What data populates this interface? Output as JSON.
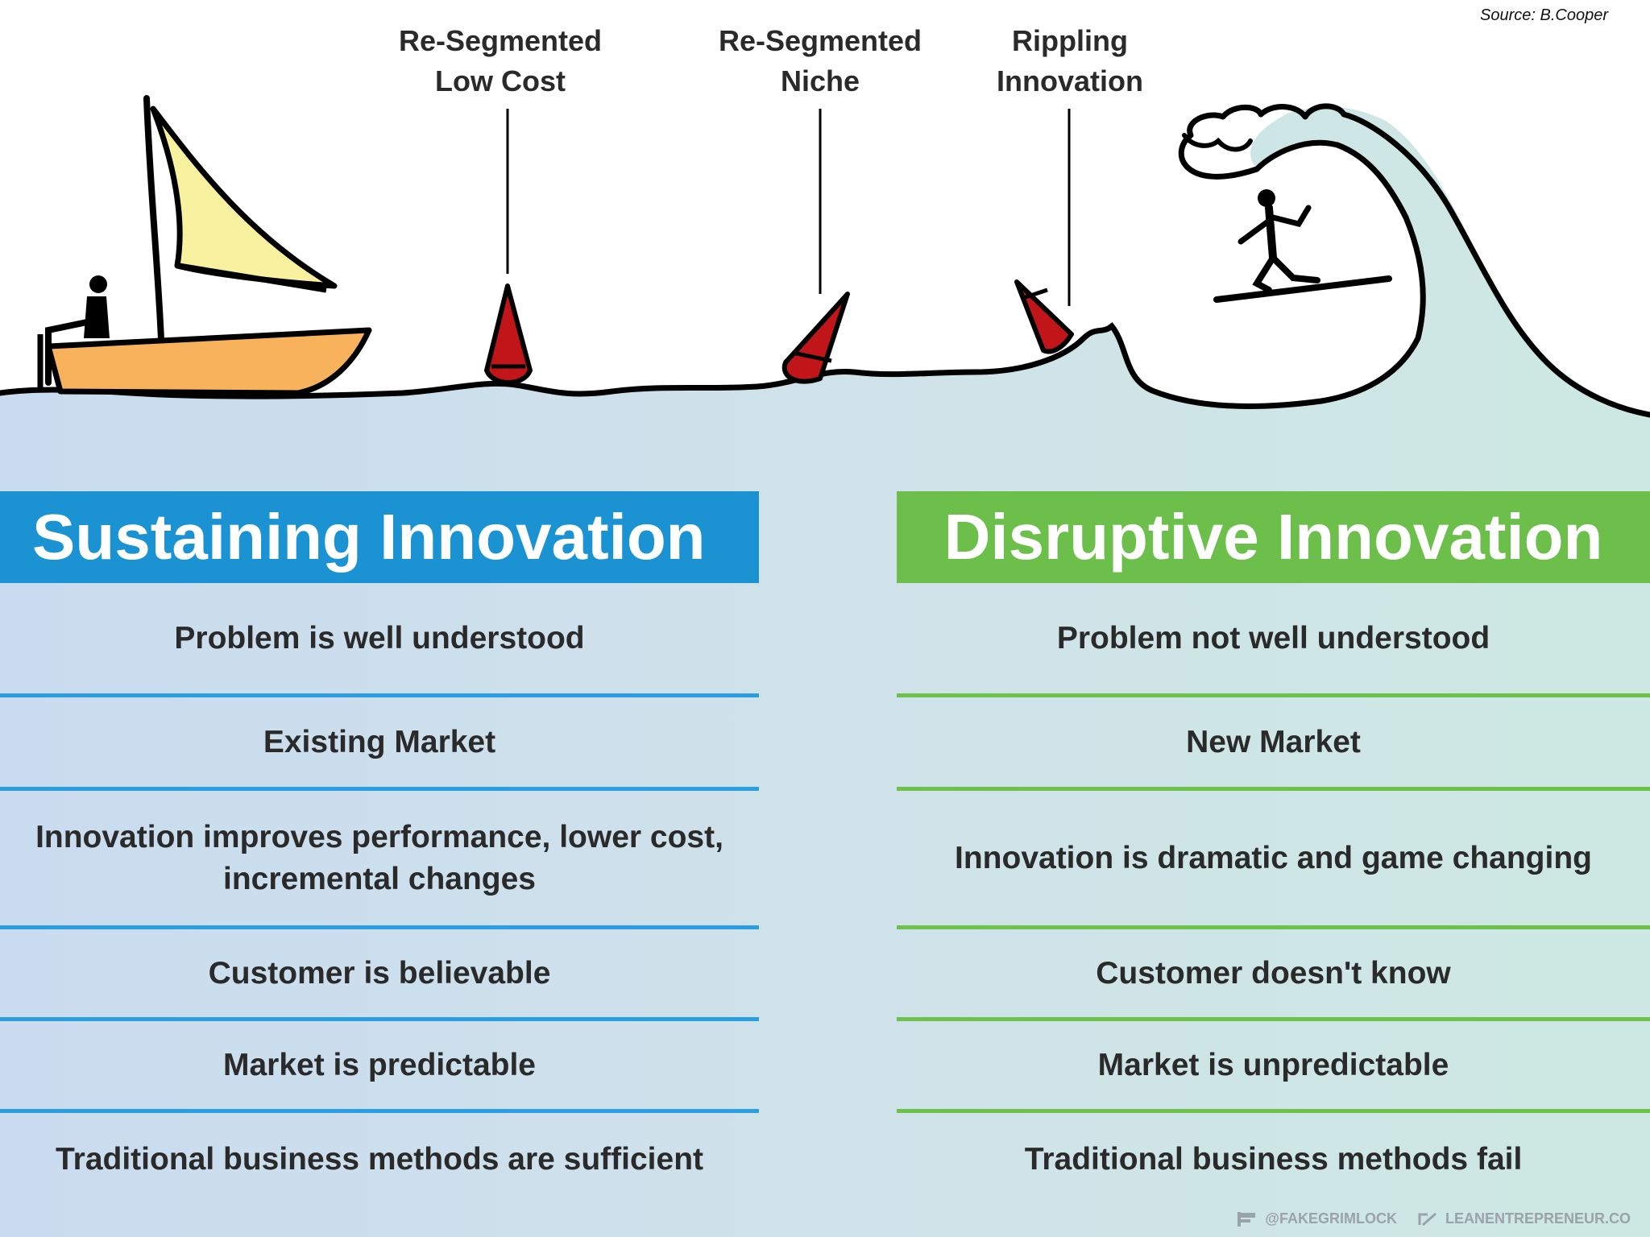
{
  "source_note": "Source: B.Cooper",
  "callouts": [
    {
      "line1": "Re-Segmented",
      "line2": "Low Cost"
    },
    {
      "line1": "Re-Segmented",
      "line2": "Niche"
    },
    {
      "line1": "Rippling",
      "line2": "Innovation"
    }
  ],
  "sustaining": {
    "title": "Sustaining Innovation",
    "color": "#1b93d3",
    "rows": [
      "Problem is well understood",
      "Existing Market",
      "Innovation improves performance, lower cost, incremental changes",
      "Customer is believable",
      "Market is predictable",
      "Traditional business methods are sufficient"
    ]
  },
  "disruptive": {
    "title": "Disruptive Innovation",
    "color": "#6cbf4a",
    "rows": [
      "Problem not well understood",
      "New Market",
      "Innovation is dramatic and game changing",
      "Customer doesn't know",
      "Market is unpredictable",
      "Traditional business methods fail"
    ]
  },
  "credits": {
    "left": "@FAKEGRIMLOCK",
    "right": "LEANENTREPRENEUR.CO"
  },
  "icons": [
    "sailboat-icon",
    "sailor-icon",
    "buoy-icon",
    "wave-icon",
    "surfer-icon"
  ]
}
